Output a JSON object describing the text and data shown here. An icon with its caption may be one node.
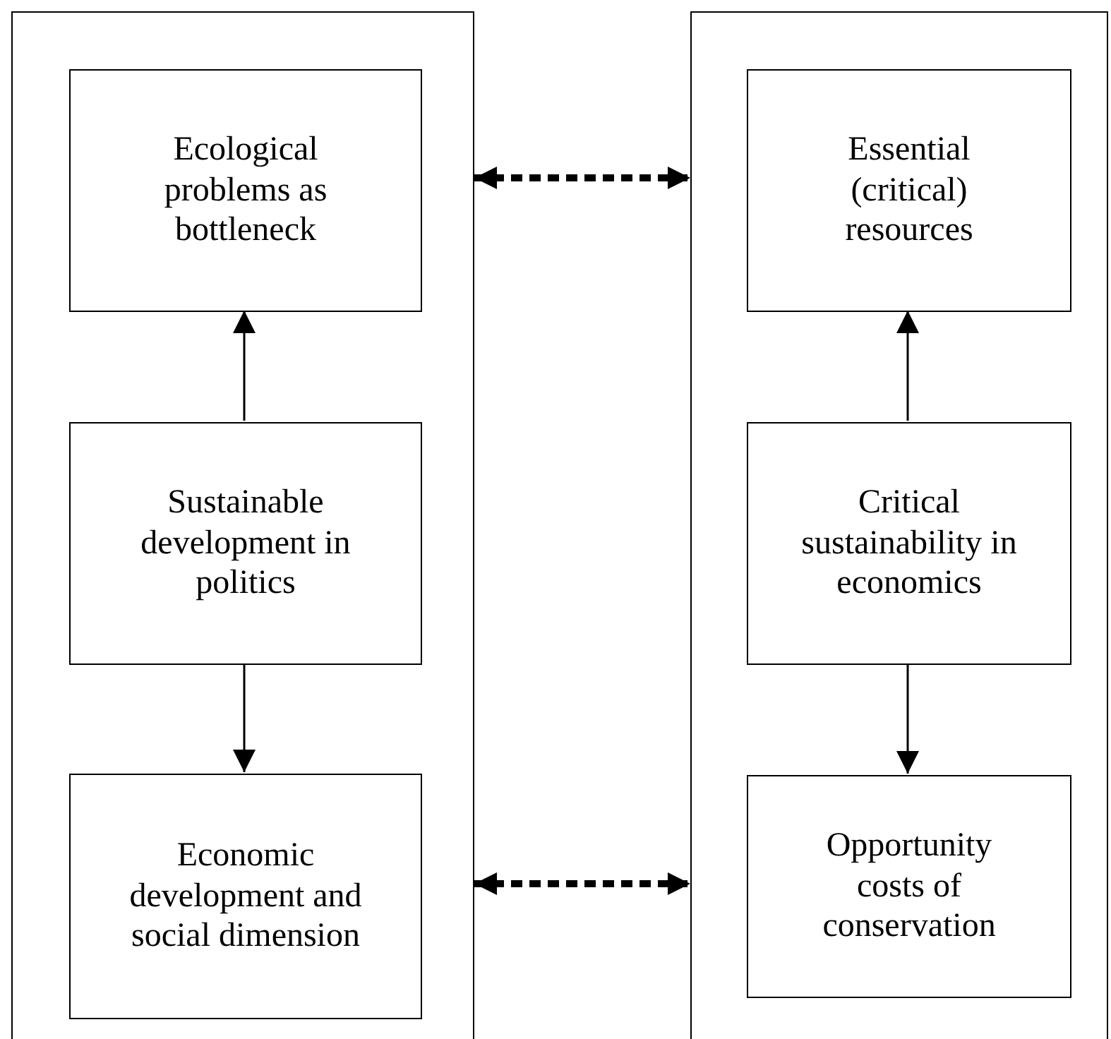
{
  "diagram": {
    "nodes": [
      {
        "text": [],
        "shape": "box"
      },
      {
        "text": [
          "Ecological problems as bottleneck"
        ],
        "in": 0
      },
      {
        "text": [
          "Sustainable development in politics"
        ],
        "in": 0
      },
      {
        "text": [
          "Economic development and social dimension"
        ],
        "in": 0
      },
      {
        "text": [],
        "shape": "box"
      },
      {
        "text": [
          "Essential (critical) resources"
        ],
        "in": 4
      },
      {
        "text": [
          "Critical sustainability in economics"
        ],
        "in": 4
      },
      {
        "text": [
          "Opportunity costs of conservation"
        ],
        "in": 4
      }
    ],
    "edges": [
      {
        "from": 2,
        "to": 1,
        "arrow": "to"
      },
      {
        "from": 2,
        "to": 3,
        "arrow": "to"
      },
      {
        "from": 6,
        "to": 5,
        "arrow": "to"
      },
      {
        "from": 6,
        "to": 7,
        "arrow": "to"
      },
      {
        "from": 0,
        "to": 4,
        "arrow": "both",
        "style": "dashed"
      },
      {
        "from": 0,
        "to": 4,
        "arrow": "both",
        "style": "dashed"
      }
    ]
  }
}
